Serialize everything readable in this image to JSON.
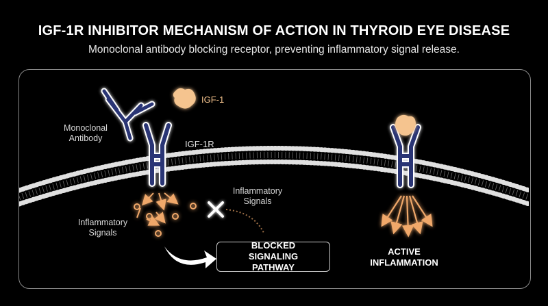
{
  "header": {
    "title": "IGF-1R INHIBITOR MECHANISM OF ACTION IN THYROID EYE DISEASE",
    "subtitle": "Monoclonal antibody blocking receptor, preventing inflammatory signal release."
  },
  "labels": {
    "igf1": "IGF-1",
    "antibody_line1": "Monoclonal",
    "antibody_line2": "Antibody",
    "receptor": "IGF-1R",
    "signals_left_line1": "Inflammatory",
    "signals_left_line2": "Signals",
    "signals_right_line1": "Inflammatory",
    "signals_right_line2": "Signals"
  },
  "callouts": {
    "blocked_line1": "BLOCKED SIGNALING",
    "blocked_line2": "PATHWAY",
    "active_line1": "ACTIVE",
    "active_line2": "INFLAMMATION"
  },
  "colors": {
    "receptor": "#2b3674",
    "receptor_glow": "#ffffff",
    "ligand": "#f5c48f",
    "signal": "#f0a86a",
    "membrane": "#cfcfcf",
    "background": "#000000"
  }
}
